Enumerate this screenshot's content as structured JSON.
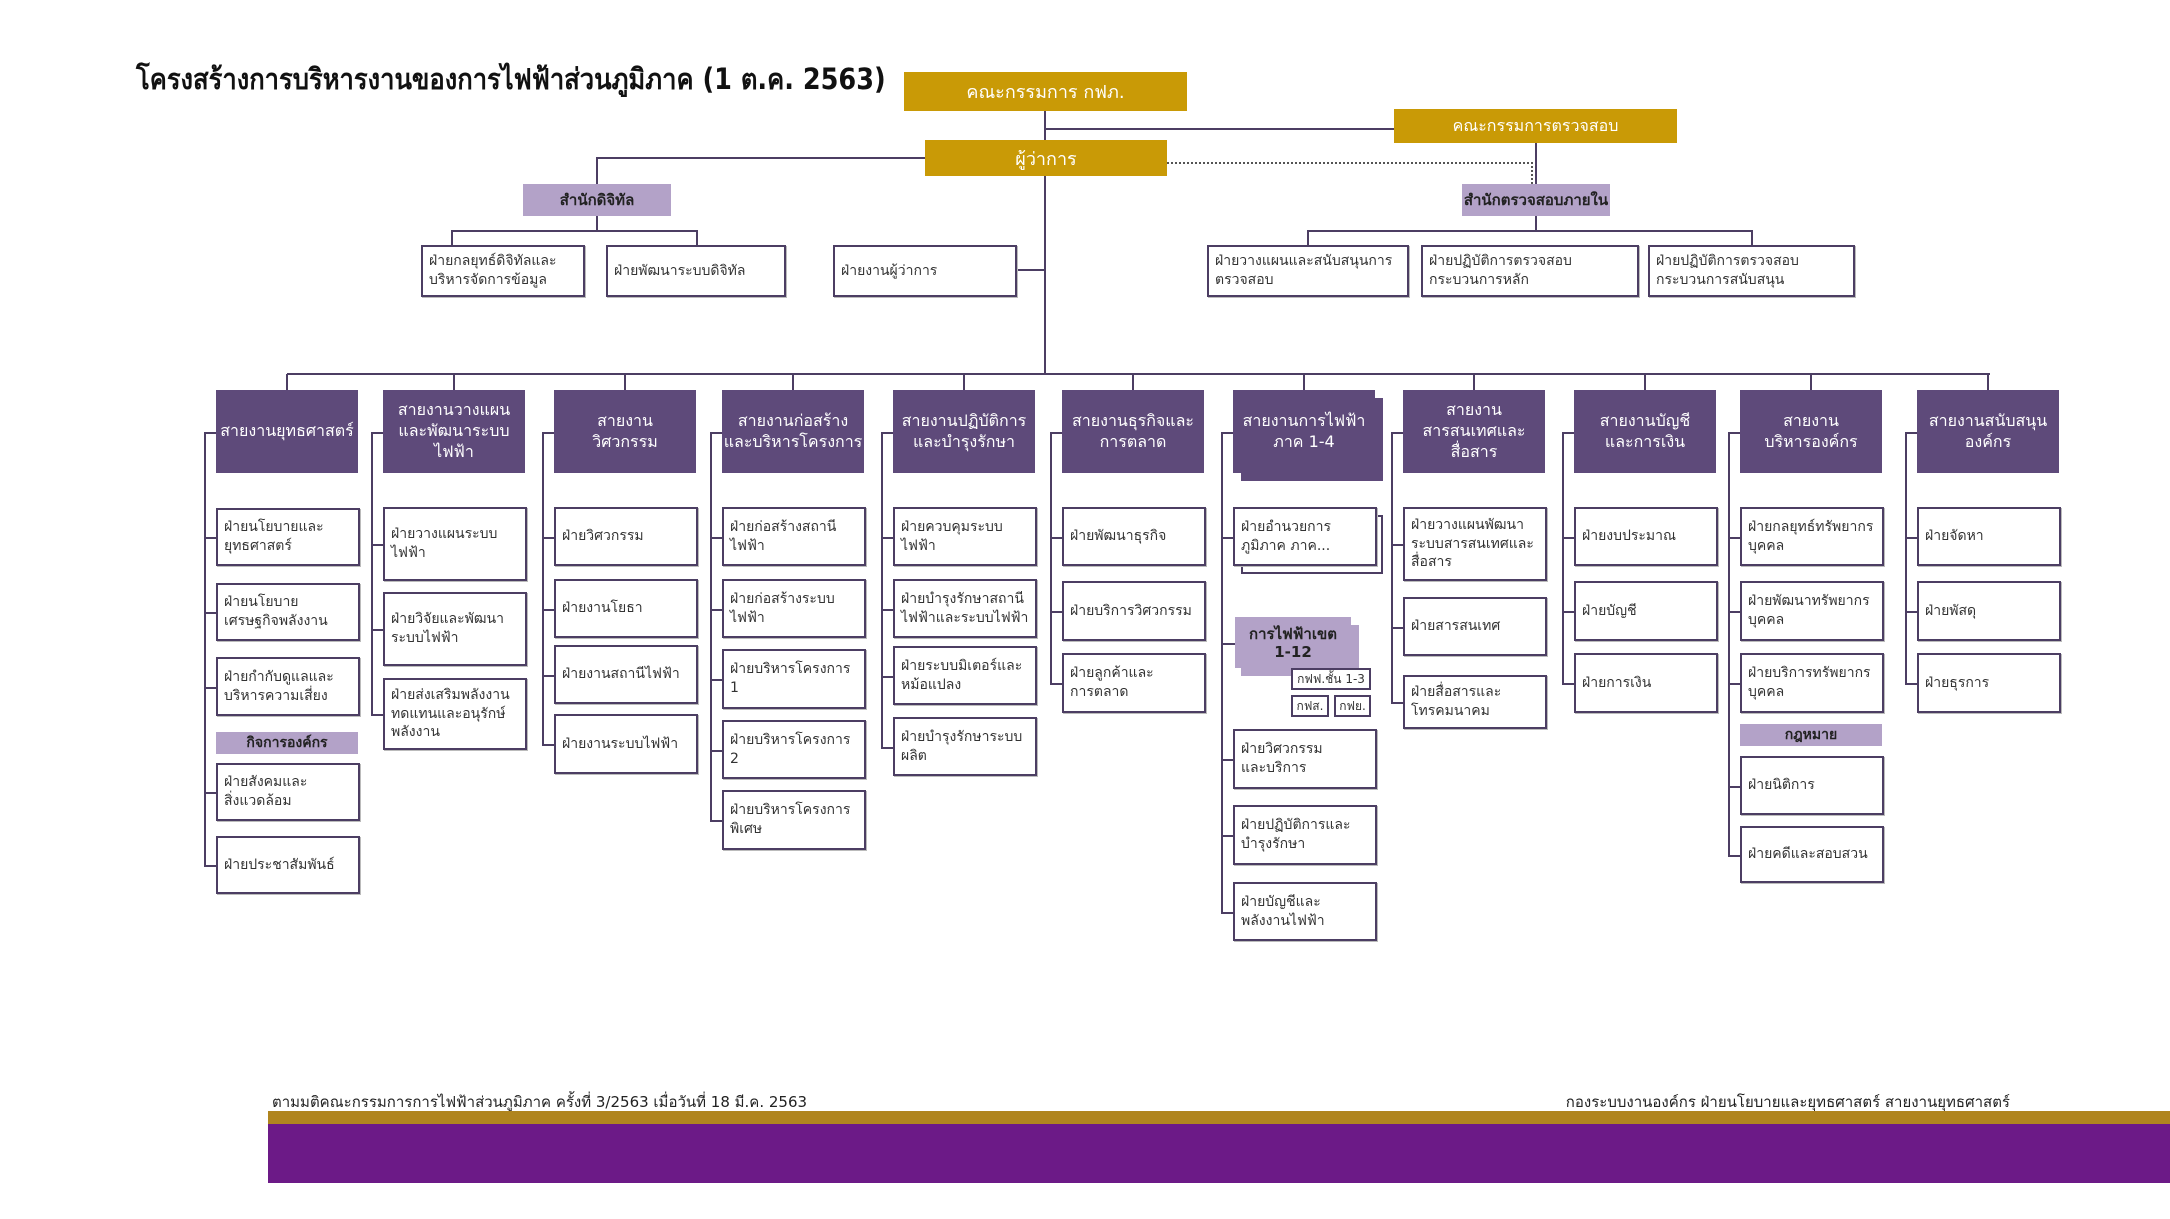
{
  "title": "โครงสร้างการบริหารงานของการไฟฟ้าส่วนภูมิภาค (1 ต.ค. 2563)",
  "top": {
    "board": "คณะกรรมการ กฟภ.",
    "audit_committee": "คณะกรรมการตรวจสอบ",
    "governor": "ผู้ว่าการ",
    "digital_office": "สำนักดิจิทัล",
    "audit_office": "สำนักตรวจสอบภายใน",
    "digital_children": [
      "ฝ่ายกลยุทธ์ดิจิทัลและ\nบริหารจัดการข้อมูล",
      "ฝ่ายพัฒนาระบบดิจิทัล"
    ],
    "governor_office": "ฝ่ายงานผู้ว่าการ",
    "audit_children": [
      "ฝ่ายวางแผนและสนับสนุนการ\nตรวจสอบ",
      "ฝ่ายปฏิบัติการตรวจสอบ\nกระบวนการหลัก",
      "ฝ่ายปฏิบัติการตรวจสอบ\nกระบวนการสนับสนุน"
    ]
  },
  "columns": [
    {
      "header": "สายงานยุทธศาสตร์",
      "items": [
        {
          "type": "box",
          "text": "ฝ่ายนโยบายและ\nยุทธศาสตร์"
        },
        {
          "type": "box",
          "text": "ฝ่ายนโยบาย\nเศรษฐกิจพลังงาน"
        },
        {
          "type": "box",
          "text": "ฝ่ายกำกับดูแลและ\nบริหารความเสี่ยง"
        },
        {
          "type": "label",
          "text": "กิจการองค์กร"
        },
        {
          "type": "box",
          "text": "ฝ่ายสังคมและ\nสิ่งแวดล้อม"
        },
        {
          "type": "box",
          "text": "ฝ่ายประชาสัมพันธ์"
        }
      ]
    },
    {
      "header": "สายงานวางแผน\nและพัฒนาระบบ\nไฟฟ้า",
      "items": [
        {
          "type": "box",
          "text": "ฝ่ายวางแผนระบบ\nไฟฟ้า"
        },
        {
          "type": "box",
          "text": "ฝ่ายวิจัยและพัฒนา\nระบบไฟฟ้า"
        },
        {
          "type": "box",
          "text": "ฝ่ายส่งเสริมพลังงาน\nทดแทนและอนุรักษ์\nพลังงาน"
        }
      ]
    },
    {
      "header": "สายงาน\nวิศวกรรม",
      "items": [
        {
          "type": "box",
          "text": "ฝ่ายวิศวกรรม"
        },
        {
          "type": "box",
          "text": "ฝ่ายงานโยธา"
        },
        {
          "type": "box",
          "text": "ฝ่ายงานสถานีไฟฟ้า"
        },
        {
          "type": "box",
          "text": "ฝ่ายงานระบบไฟฟ้า"
        }
      ]
    },
    {
      "header": "สายงานก่อสร้าง\nและบริหารโครงการ",
      "items": [
        {
          "type": "box",
          "text": "ฝ่ายก่อสร้างสถานี\nไฟฟ้า"
        },
        {
          "type": "box",
          "text": "ฝ่ายก่อสร้างระบบ\nไฟฟ้า"
        },
        {
          "type": "box",
          "text": "ฝ่ายบริหารโครงการ 1"
        },
        {
          "type": "box",
          "text": "ฝ่ายบริหารโครงการ 2"
        },
        {
          "type": "box",
          "text": "ฝ่ายบริหารโครงการ\nพิเศษ"
        }
      ]
    },
    {
      "header": "สายงานปฏิบัติการ\nและบำรุงรักษา",
      "items": [
        {
          "type": "box",
          "text": "ฝ่ายควบคุมระบบ\nไฟฟ้า"
        },
        {
          "type": "box",
          "text": "ฝ่ายบำรุงรักษาสถานี\nไฟฟ้าและระบบไฟฟ้า"
        },
        {
          "type": "box",
          "text": "ฝ่ายระบบมิเตอร์และ\nหม้อแปลง"
        },
        {
          "type": "box",
          "text": "ฝ่ายบำรุงรักษาระบบ\nผลิต"
        }
      ]
    },
    {
      "header": "สายงานธุรกิจและ\nการตลาด",
      "items": [
        {
          "type": "box",
          "text": "ฝ่ายพัฒนาธุรกิจ"
        },
        {
          "type": "box",
          "text": "ฝ่ายบริการวิศวกรรม"
        },
        {
          "type": "box",
          "text": "ฝ่ายลูกค้าและ\nการตลาด"
        }
      ]
    },
    {
      "header": "สายงานการไฟฟ้า\nภาค 1-4",
      "stacked": true,
      "items": [
        {
          "type": "box",
          "text": "ฝ่ายอำนวยการ\nภูมิภาค ภาค...",
          "stacked": true
        },
        {
          "type": "region",
          "text": "การไฟฟ้าเขต\n1-12",
          "subs": [
            "กฟฟ.ชั้น 1-3",
            "กฟส.",
            "กฟย."
          ]
        },
        {
          "type": "box",
          "text": "ฝ่ายวิศวกรรม\nและบริการ"
        },
        {
          "type": "box",
          "text": "ฝ่ายปฏิบัติการและ\nบำรุงรักษา"
        },
        {
          "type": "box",
          "text": "ฝ่ายบัญชีและ\nพลังงานไฟฟ้า"
        }
      ]
    },
    {
      "header": "สายงาน\nสารสนเทศและ\nสื่อสาร",
      "items": [
        {
          "type": "box",
          "text": "ฝ่ายวางแผนพัฒนา\nระบบสารสนเทศและ\nสื่อสาร"
        },
        {
          "type": "box",
          "text": "ฝ่ายสารสนเทศ"
        },
        {
          "type": "box",
          "text": "ฝ่ายสื่อสารและ\nโทรคมนาคม"
        }
      ]
    },
    {
      "header": "สายงานบัญชี\nและการเงิน",
      "items": [
        {
          "type": "box",
          "text": "ฝ่ายงบประมาณ"
        },
        {
          "type": "box",
          "text": "ฝ่ายบัญชี"
        },
        {
          "type": "box",
          "text": "ฝ่ายการเงิน"
        }
      ]
    },
    {
      "header": "สายงาน\nบริหารองค์กร",
      "items": [
        {
          "type": "box",
          "text": "ฝ่ายกลยุทธ์ทรัพยากร\nบุคคล"
        },
        {
          "type": "box",
          "text": "ฝ่ายพัฒนาทรัพยากร\nบุคคล"
        },
        {
          "type": "box",
          "text": "ฝ่ายบริการทรัพยากร\nบุคคล"
        },
        {
          "type": "label",
          "text": "กฎหมาย"
        },
        {
          "type": "box",
          "text": "ฝ่ายนิติการ"
        },
        {
          "type": "box",
          "text": "ฝ่ายคดีและสอบสวน"
        }
      ]
    },
    {
      "header": "สายงานสนับสนุน\nองค์กร",
      "items": [
        {
          "type": "box",
          "text": "ฝ่ายจัดหา"
        },
        {
          "type": "box",
          "text": "ฝ่ายพัสดุ"
        },
        {
          "type": "box",
          "text": "ฝ่ายธุรการ"
        }
      ]
    }
  ],
  "footer": {
    "left": "ตามมติคณะกรรมการการไฟฟ้าส่วนภูมิภาค ครั้งที่ 3/2563   เมื่อวันที่ 18 มี.ค. 2563",
    "right": "กองระบบงานองค์กร  ฝ่ายนโยบายและยุทธศาสตร์  สายงานยุทธศาสตร์"
  },
  "colors": {
    "gold": "#C99A06",
    "purple": "#5E4A7A",
    "light_purple": "#B3A2C8",
    "footer_gold": "#B0851E",
    "footer_purple": "#6C1A87"
  }
}
